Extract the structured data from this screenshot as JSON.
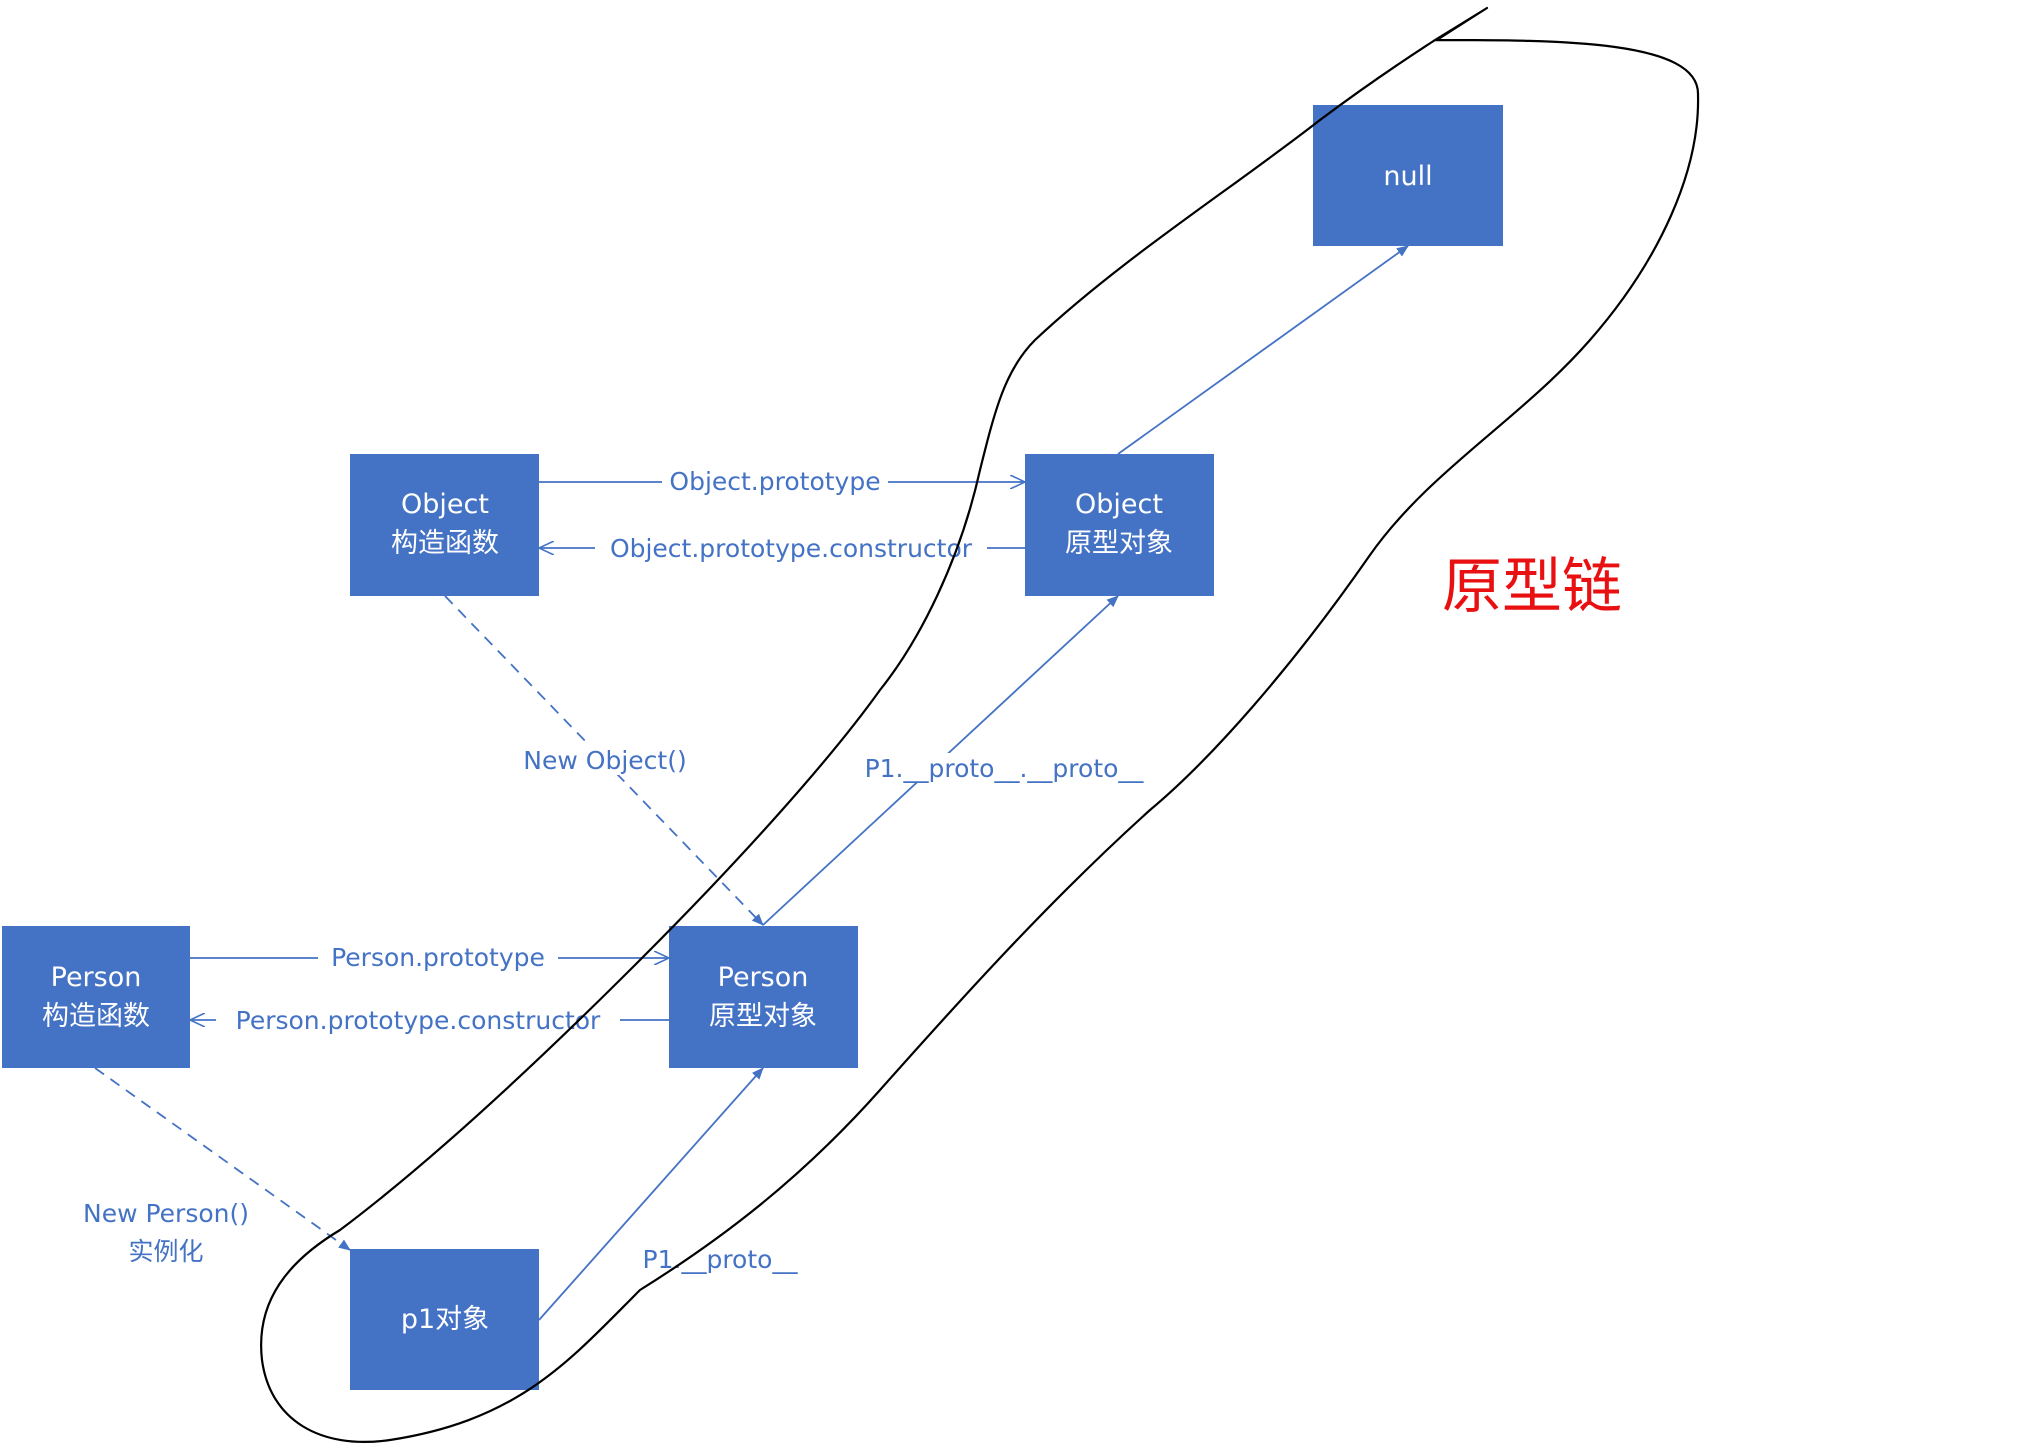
{
  "colors": {
    "box_fill": "#4472c4",
    "line": "#4472c4",
    "annotation": "#000000",
    "title": "#e81010"
  },
  "nodes": {
    "null_node": {
      "label": "null"
    },
    "object_constructor": {
      "line1": "Object",
      "line2": "构造函数"
    },
    "object_prototype": {
      "line1": "Object",
      "line2": "原型对象"
    },
    "person_constructor": {
      "line1": "Person",
      "line2": "构造函数"
    },
    "person_prototype": {
      "line1": "Person",
      "line2": "原型对象"
    },
    "p1_object": {
      "label": "p1对象"
    }
  },
  "edges": {
    "object_prototype_label": "Object.prototype",
    "object_constructor_label": "Object.prototype.constructor",
    "new_object_label": "New Object()",
    "proto_proto_label": "P1.__proto__.__proto__",
    "person_prototype_label": "Person.prototype",
    "person_constructor_label": "Person.prototype.constructor",
    "new_person_label_line1": "New Person()",
    "new_person_label_line2": "实例化",
    "p1_proto_label": "P1.__proto__"
  },
  "annotation": {
    "title": "原型链"
  }
}
